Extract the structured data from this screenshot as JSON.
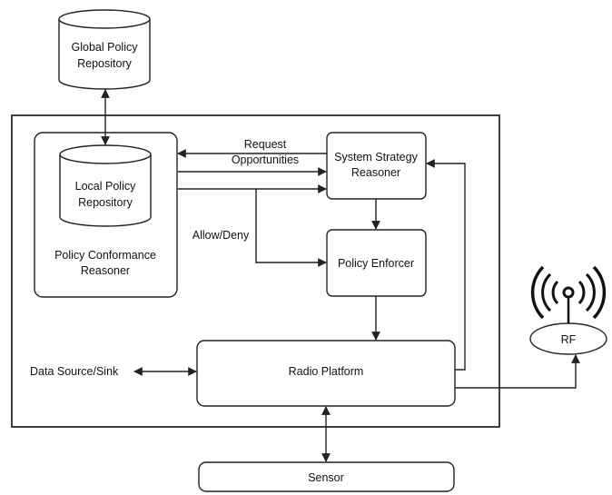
{
  "diagram": {
    "global_repo": [
      "Global Policy",
      "Repository"
    ],
    "local_repo": [
      "Local Policy",
      "Repository"
    ],
    "conformance": [
      "Policy Conformance",
      "Reasoner"
    ],
    "strategy": [
      "System Strategy",
      "Reasoner"
    ],
    "enforcer": "Policy Enforcer",
    "radio": "Radio Platform",
    "sensor": "Sensor",
    "rf": "RF",
    "data_source": "Data Source/Sink",
    "request": [
      "Request",
      "Opportunities"
    ],
    "allow_deny": "Allow/Deny"
  }
}
